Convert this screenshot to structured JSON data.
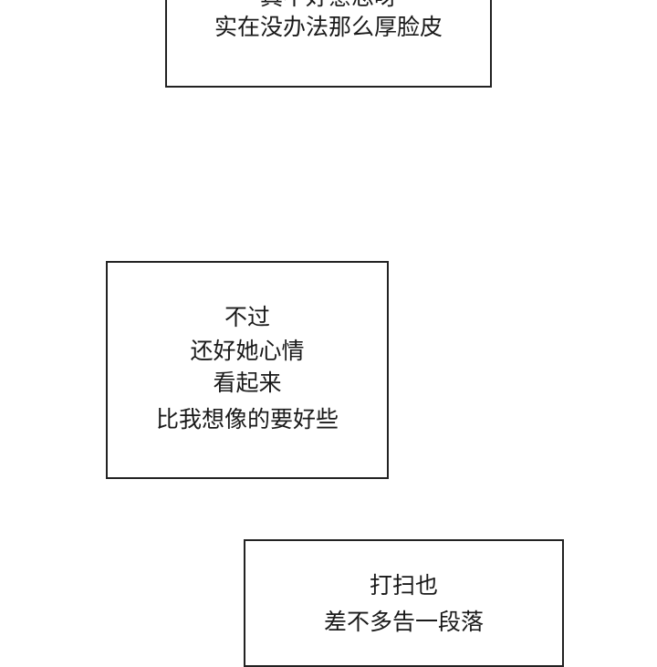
{
  "panels": [
    {
      "lines": [
        "真不好意思呀",
        "实在没办法那么厚脸皮"
      ]
    },
    {
      "lines": [
        "不过",
        "还好她心情",
        "看起来",
        "比我想像的要好些"
      ]
    },
    {
      "lines": [
        "打扫也",
        "差不多告一段落"
      ]
    }
  ]
}
